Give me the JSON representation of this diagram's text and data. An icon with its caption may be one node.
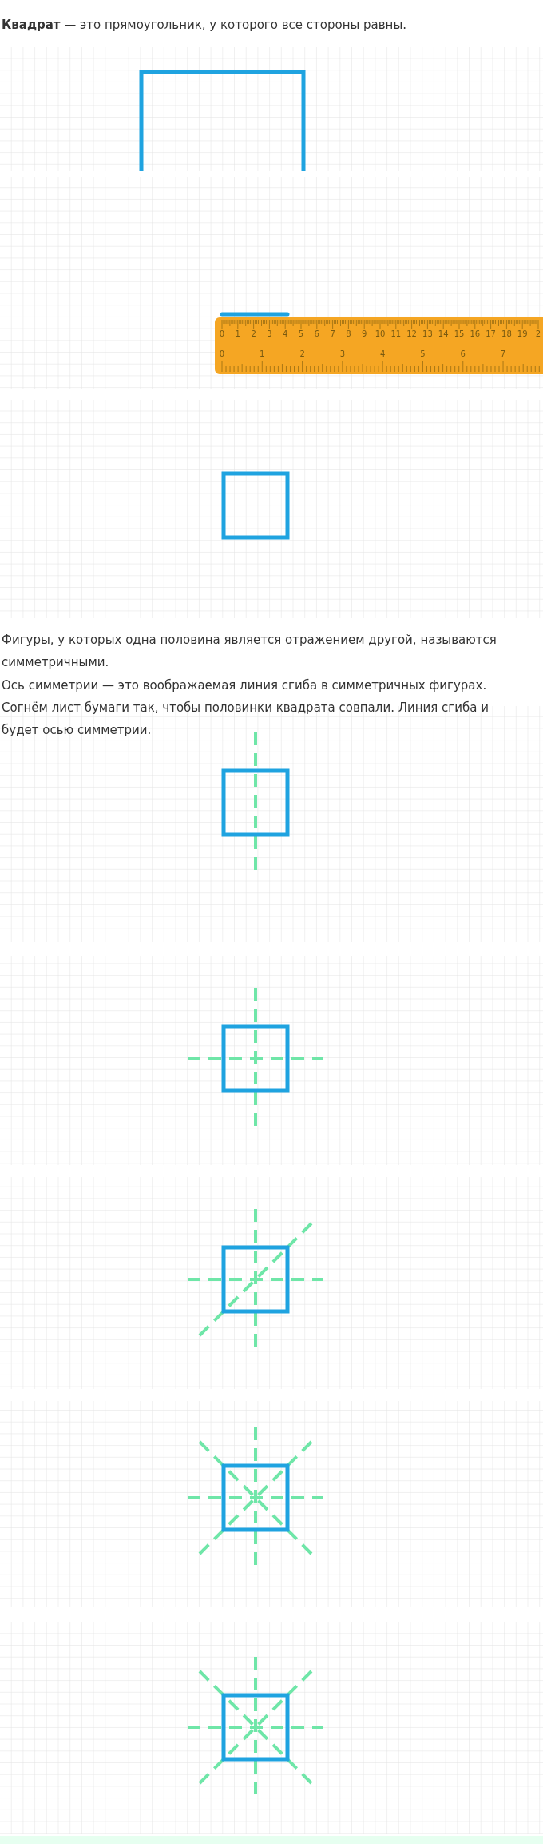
{
  "diagram": {
    "labels": [
      "**Квадрат** — это прямоугольник, у которого все стороны равны.",
      "0",
      "1",
      "2",
      "3",
      "4",
      "5",
      "6",
      "7",
      "8",
      "9",
      "10",
      "11",
      "12",
      "13",
      "14",
      "15",
      "16",
      "17",
      "18",
      "19",
      "2",
      "0",
      "1",
      "2",
      "3",
      "4",
      "5",
      "6",
      "7",
      "Фигуры, у которых одна половина является отражением другой, называются симметричными.",
      "Ось симметрии — это воображаемая линия сгиба в симметричных фигурах.",
      "Согнём лист бумаги так, чтобы половинки квадрата совпали. Линия сгиба и будет осью симметрии."
    ]
  }
}
